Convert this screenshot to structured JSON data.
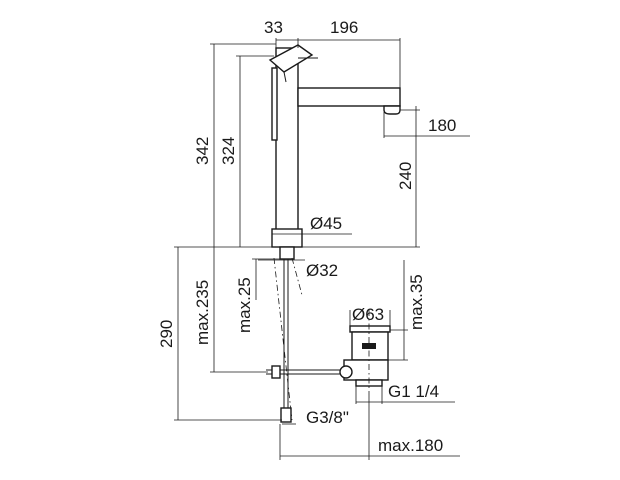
{
  "dimensions": {
    "d33": "33",
    "d196": "196",
    "d342": "342",
    "d324": "324",
    "d180": "180",
    "d240": "240",
    "d45": "Ø45",
    "d32": "Ø32",
    "dmax235": "max.235",
    "dmax25": "max.25",
    "d290": "290",
    "dmax35": "max.35",
    "d63": "Ø63",
    "dg114": "G1 1/4",
    "dg38": "G3/8\"",
    "dmax180": "max.180"
  }
}
